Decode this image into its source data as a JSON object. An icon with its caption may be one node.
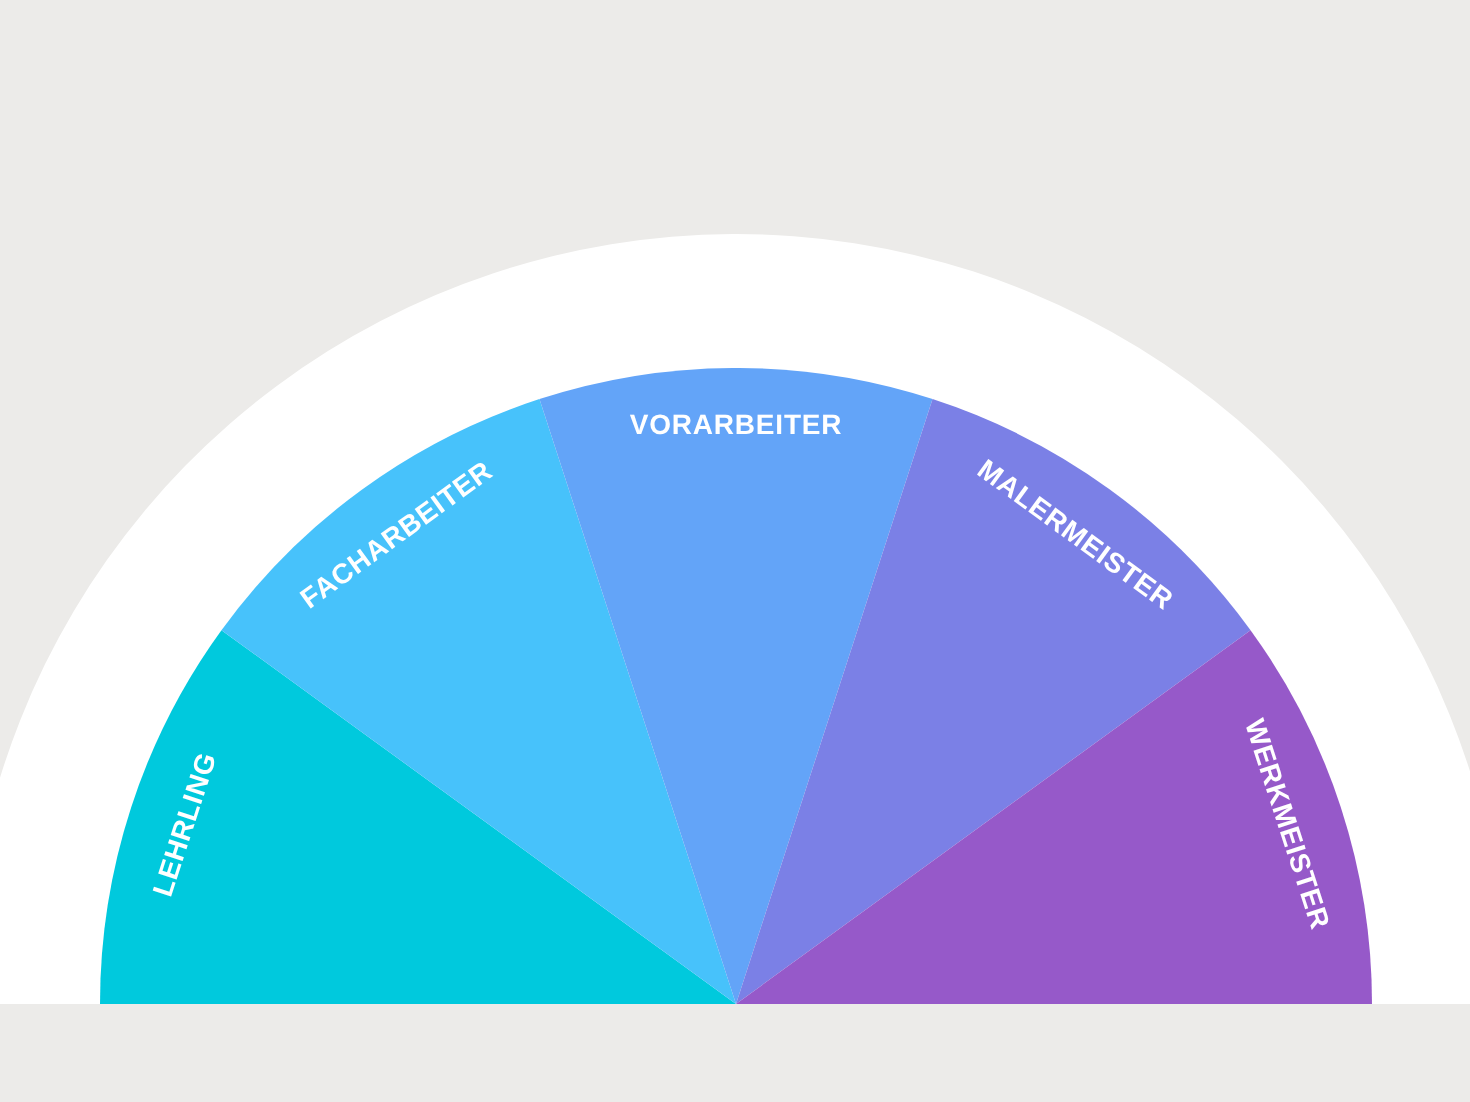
{
  "diagram": {
    "nodes": [
      {
        "text": [
          "LEHRLING"
        ]
      },
      {
        "text": [
          "FACHARBEITER"
        ]
      },
      {
        "text": [
          "VORARBEITER"
        ]
      },
      {
        "text": [
          "MALERMEISTER"
        ]
      },
      {
        "text": [
          "WERKMEISTER"
        ]
      }
    ]
  }
}
